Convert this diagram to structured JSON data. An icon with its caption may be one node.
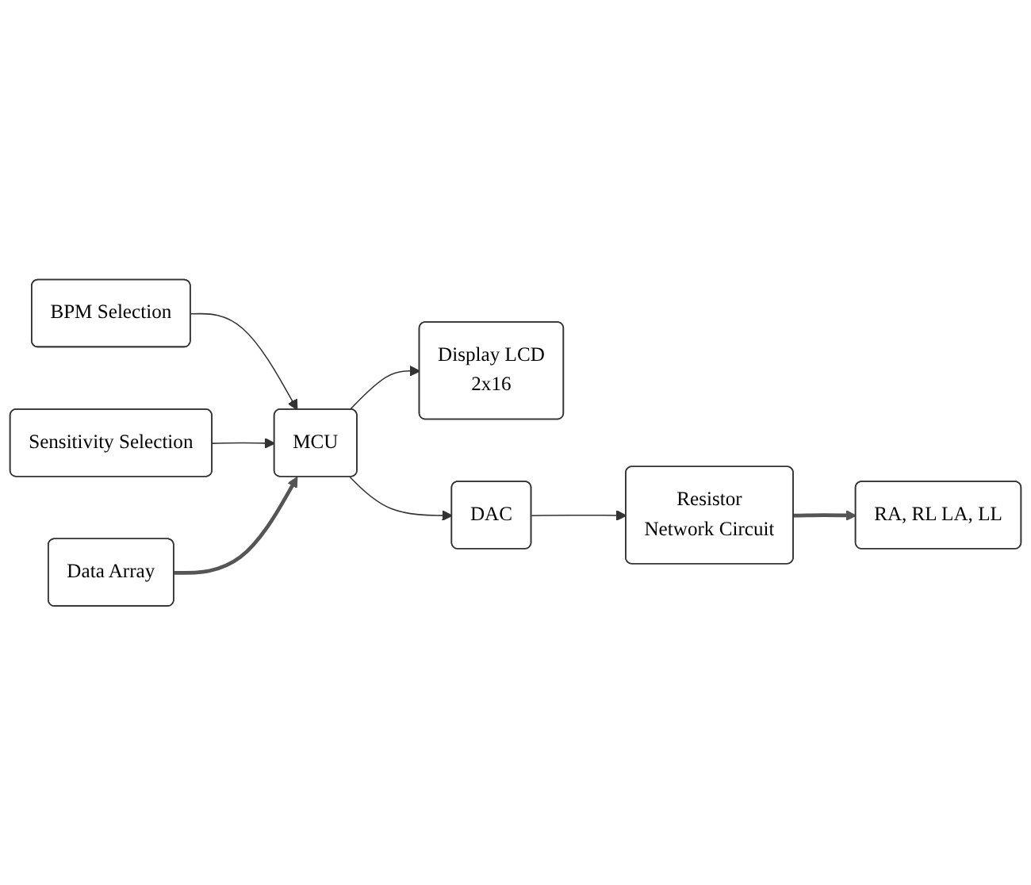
{
  "diagram": {
    "nodes": [
      {
        "text": [
          "BPM Selection"
        ]
      },
      {
        "text": [
          "Sensitivity Selection"
        ]
      },
      {
        "text": [
          "Data Array"
        ]
      },
      {
        "text": [
          "MCU"
        ]
      },
      {
        "text": [
          "Display LCD",
          "2x16"
        ]
      },
      {
        "text": [
          "DAC"
        ]
      },
      {
        "text": [
          "Resistor",
          "Network Circuit"
        ]
      },
      {
        "text": [
          "RA, RL LA, LL"
        ]
      }
    ],
    "edges": [
      {
        "from": 0,
        "to": 3,
        "arrow": "to"
      },
      {
        "from": 1,
        "to": 3,
        "arrow": "to"
      },
      {
        "from": 2,
        "to": 3,
        "arrow": "to",
        "style": "thick",
        "color": "#555555"
      },
      {
        "from": 3,
        "to": 4,
        "arrow": "to"
      },
      {
        "from": 3,
        "to": 5,
        "arrow": "to"
      },
      {
        "from": 5,
        "to": 6,
        "arrow": "to"
      },
      {
        "from": 6,
        "to": 7,
        "arrow": "to",
        "style": "thick",
        "color": "#555555"
      }
    ]
  }
}
